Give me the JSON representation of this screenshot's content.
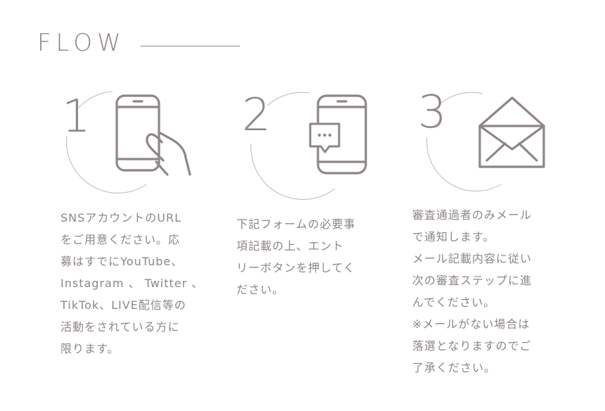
{
  "header": {
    "title": "FLOW"
  },
  "colors": {
    "text": "#8e8589",
    "icon": "#8e8589",
    "arc": "#bcb7b9",
    "background": "#ffffff"
  },
  "steps": [
    {
      "number": "1",
      "icon": "phone-hand-icon",
      "lines": [
        "SNSアカウントのURL",
        "をご用意ください。応",
        "募はすでにYouTube、",
        "Instagram 、 Twitter 、",
        "TikTok、LIVE配信等の",
        "活動をされている方に",
        "限ります。"
      ]
    },
    {
      "number": "2",
      "icon": "phone-chat-icon",
      "lines": [
        "下記フォームの必要事",
        "項記載の上、エント",
        "リーボタンを押してく",
        "ださい。"
      ]
    },
    {
      "number": "3",
      "icon": "envelope-icon",
      "lines": [
        "審査通過者のみメール",
        "で通知します。",
        "メール記載内容に従い",
        "次の審査ステップに進",
        "んでください。",
        "※メールがない場合は",
        "落選となりますのでご",
        "了承ください。"
      ]
    }
  ]
}
